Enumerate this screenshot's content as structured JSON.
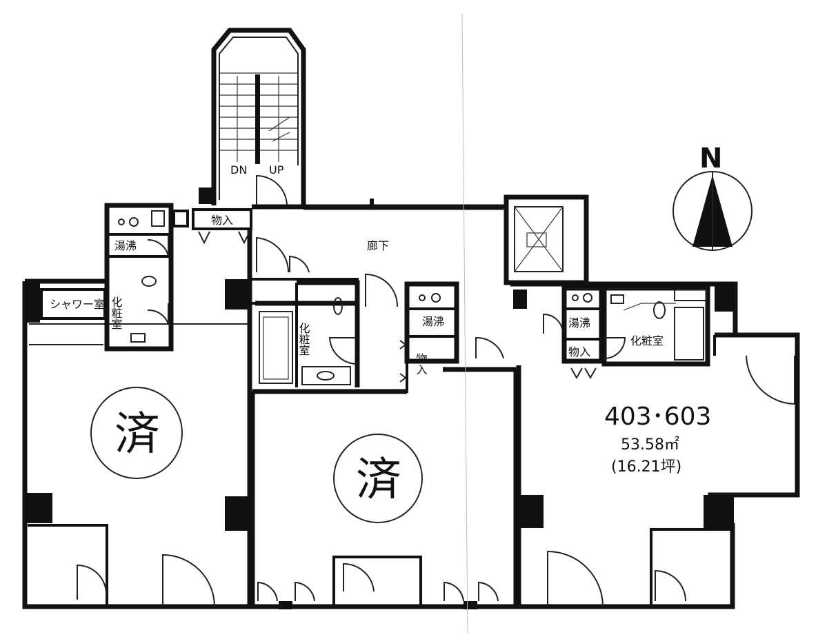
{
  "stairs": {
    "down": "DN",
    "up": "UP"
  },
  "corridor": "廊下",
  "rooms": {
    "storage_top": "物入",
    "yuzoku_left": "湯沸",
    "keshoshitsu_left": "化粧室",
    "shower": "シャワー室",
    "keshoshitsu_mid": "化粧室",
    "yuzoku_mid": "湯沸",
    "storage_mid": "物入",
    "yuzoku_right": "湯沸",
    "storage_right": "物入",
    "keshoshitsu_right": "化粧室"
  },
  "units": {
    "left_status": "済",
    "middle_status": "済",
    "right_number": "403･603",
    "right_area_sqm": "53.58㎡",
    "right_area_tsubo": "(16.21坪)"
  },
  "compass": {
    "label": "N"
  }
}
